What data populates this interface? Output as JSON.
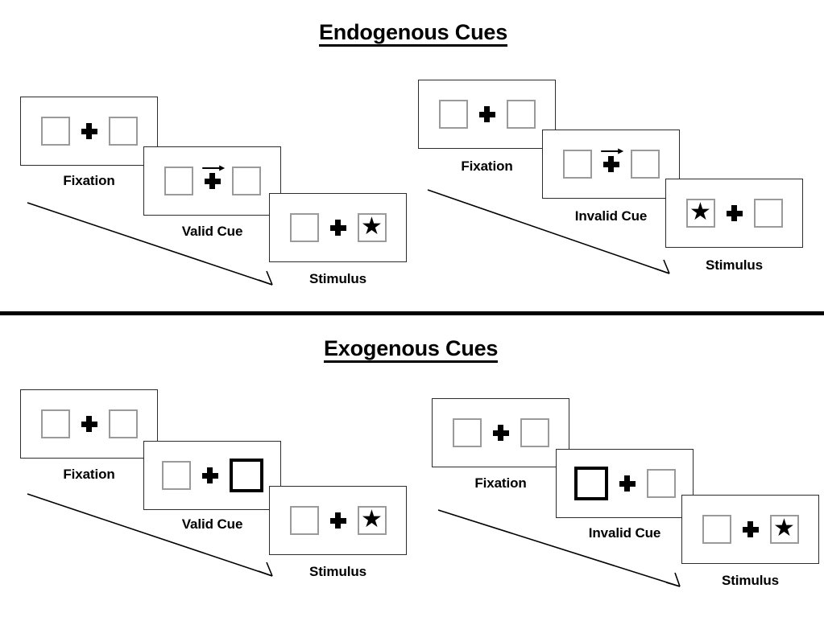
{
  "sections": [
    {
      "id": "endogenous",
      "title": "Endogenous Cues",
      "conditions": [
        {
          "id": "endogenous-valid",
          "cue_label": "Valid Cue",
          "panels": [
            {
              "caption": "Fixation",
              "left_box": "empty",
              "right_box": "empty",
              "cue": "none"
            },
            {
              "caption": "Valid Cue",
              "left_box": "empty",
              "right_box": "empty",
              "cue": "arrow-right"
            },
            {
              "caption": "Stimulus",
              "left_box": "empty",
              "right_box": "star",
              "cue": "none"
            }
          ]
        },
        {
          "id": "endogenous-invalid",
          "cue_label": "Invalid Cue",
          "panels": [
            {
              "caption": "Fixation",
              "left_box": "empty",
              "right_box": "empty",
              "cue": "none"
            },
            {
              "caption": "Invalid Cue",
              "left_box": "empty",
              "right_box": "empty",
              "cue": "arrow-right"
            },
            {
              "caption": "Stimulus",
              "left_box": "star",
              "right_box": "empty",
              "cue": "none"
            }
          ]
        }
      ]
    },
    {
      "id": "exogenous",
      "title": "Exogenous Cues",
      "conditions": [
        {
          "id": "exogenous-valid",
          "cue_label": "Valid Cue",
          "panels": [
            {
              "caption": "Fixation",
              "left_box": "empty",
              "right_box": "empty",
              "cue": "none"
            },
            {
              "caption": "Valid Cue",
              "left_box": "empty",
              "right_box": "highlighted",
              "cue": "box-flash-right"
            },
            {
              "caption": "Stimulus",
              "left_box": "empty",
              "right_box": "star",
              "cue": "none"
            }
          ]
        },
        {
          "id": "exogenous-invalid",
          "cue_label": "Invalid Cue",
          "panels": [
            {
              "caption": "Fixation",
              "left_box": "empty",
              "right_box": "empty",
              "cue": "none"
            },
            {
              "caption": "Invalid Cue",
              "left_box": "highlighted",
              "right_box": "empty",
              "cue": "box-flash-left"
            },
            {
              "caption": "Stimulus",
              "left_box": "empty",
              "right_box": "star",
              "cue": "none"
            }
          ]
        }
      ]
    }
  ],
  "glyphs": {
    "star": "★",
    "fixation_cross": "plus-icon",
    "cue_arrow": "arrow-right-icon",
    "time_arrow": "diagonal-arrow-icon"
  },
  "colors": {
    "background": "#ffffff",
    "ink": "#000000",
    "frame_stroke": "#2b2b2b",
    "box_stroke": "#9a9a9a",
    "cued_box_stroke": "#000000",
    "divider": "#000000"
  },
  "captions": {
    "fixation": "Fixation",
    "valid_cue": "Valid Cue",
    "invalid_cue": "Invalid Cue",
    "stimulus": "Stimulus"
  }
}
